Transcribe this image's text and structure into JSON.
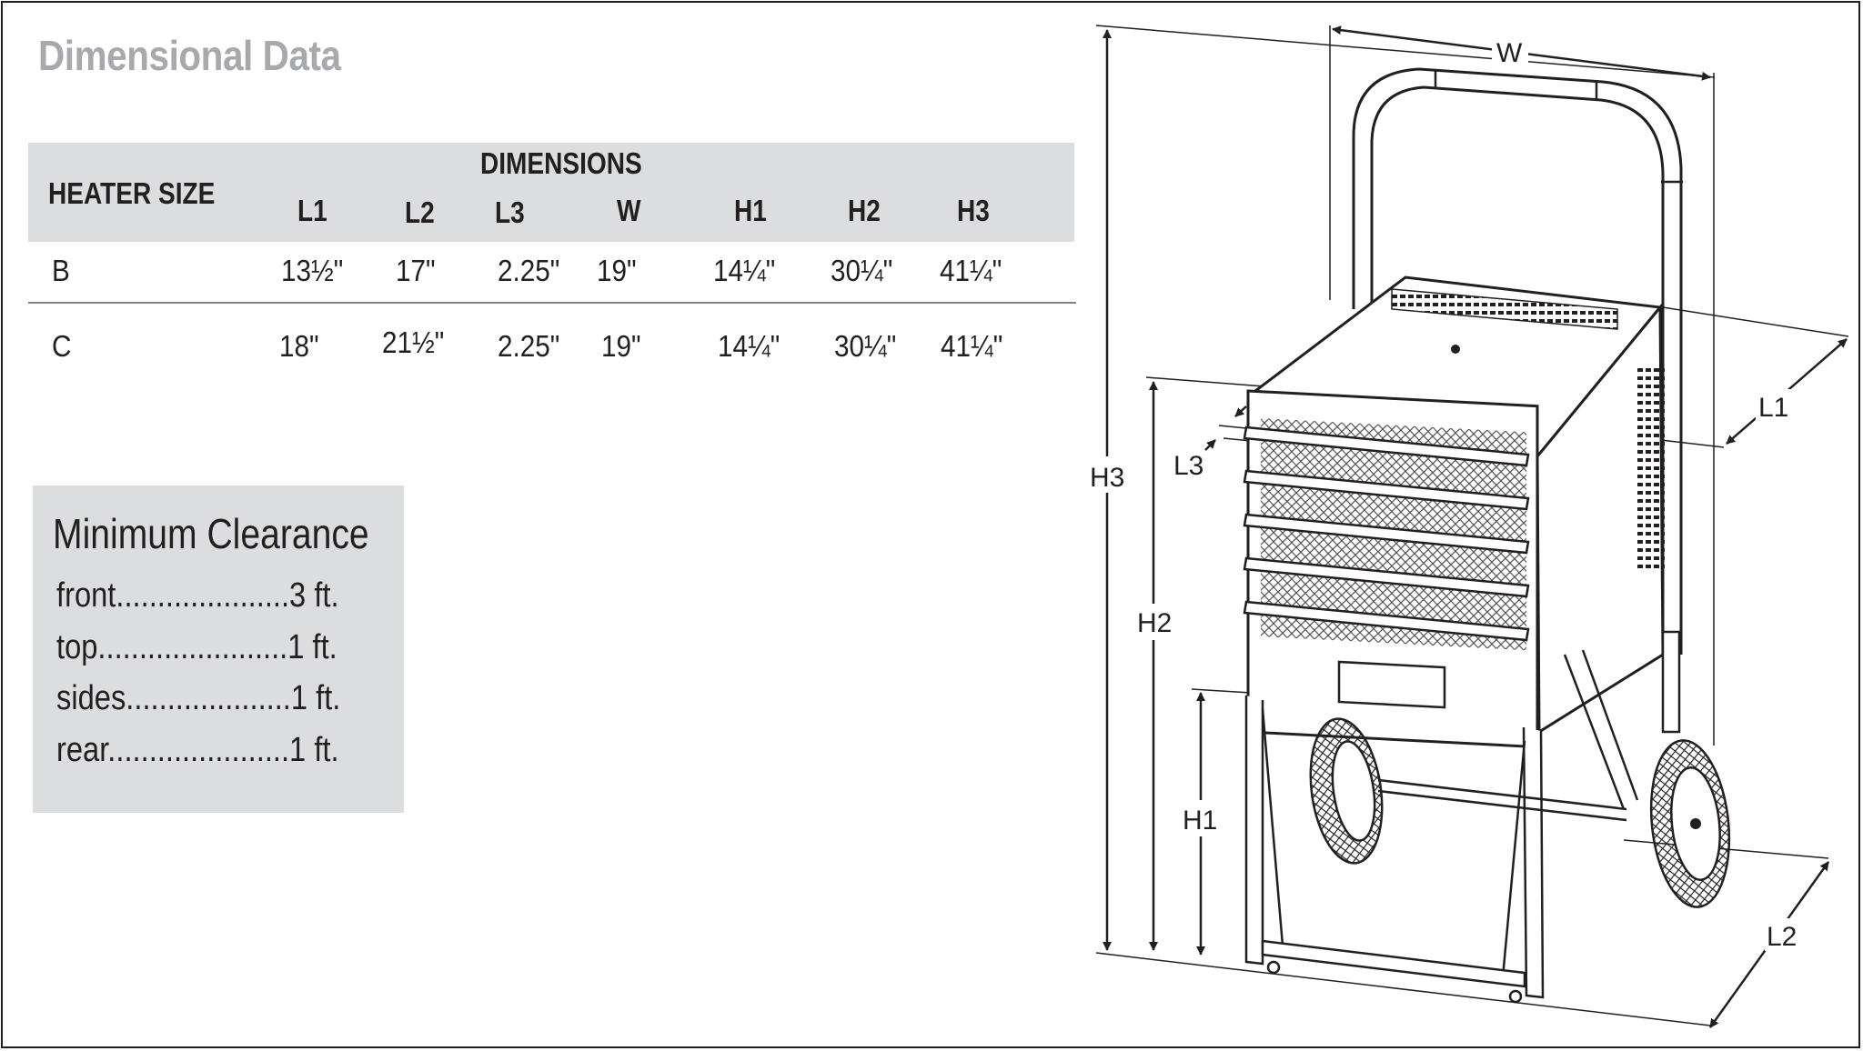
{
  "title": "Dimensional Data",
  "table": {
    "heater_size_header": "HEATER SIZE",
    "dimensions_header": "DIMENSIONS",
    "columns": [
      "L1",
      "L2",
      "L3",
      "W",
      "H1",
      "H2",
      "H3"
    ],
    "rows": [
      {
        "size": "B",
        "L1": "13½\"",
        "L2": "17\"",
        "L3": "2.25\"",
        "W": "19\"",
        "H1": "14¼\"",
        "H2": "30¼\"",
        "H3": "41¼\""
      },
      {
        "size": "C",
        "L1": "18\"",
        "L2": "21½\"",
        "L3": "2.25\"",
        "W": "19\"",
        "H1": "14¼\"",
        "H2": "30¼\"",
        "H3": "41¼\""
      }
    ]
  },
  "clearance": {
    "title": "Minimum Clearance",
    "items": [
      {
        "text": "front.....................3 ft."
      },
      {
        "text": "top.......................1 ft."
      },
      {
        "text": "sides....................1 ft."
      },
      {
        "text": "rear......................1 ft."
      }
    ]
  },
  "drawing_labels": {
    "W": "W",
    "L1": "L1",
    "L2": "L2",
    "L3": "L3",
    "H1": "H1",
    "H2": "H2",
    "H3": "H3"
  }
}
